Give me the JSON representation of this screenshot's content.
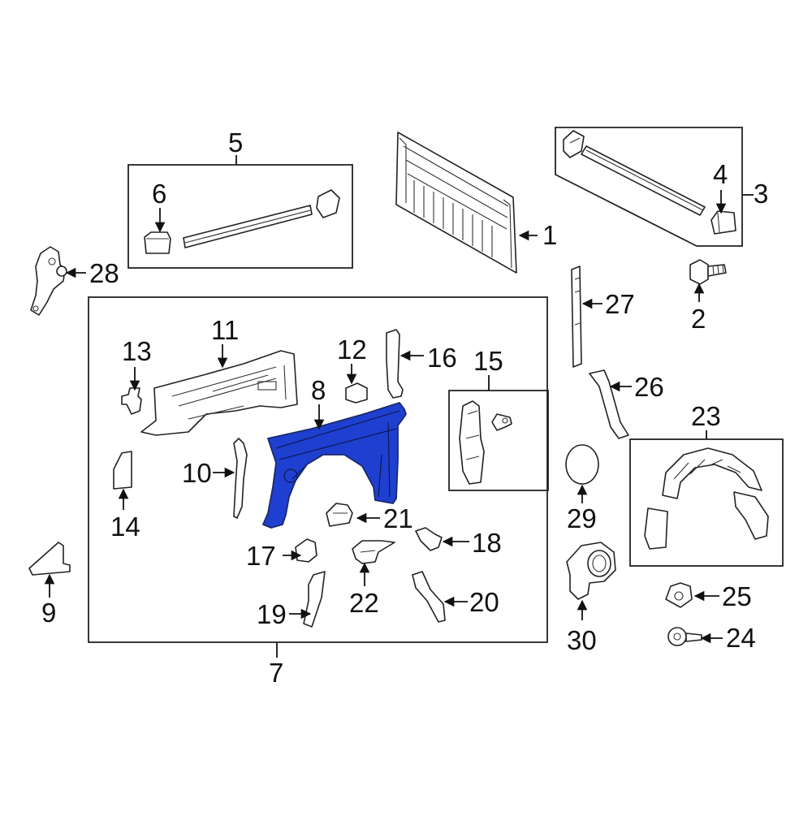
{
  "diagram": {
    "highlight_color": "#1f3fd1",
    "highlighted_part": "8",
    "labels": {
      "p1": "1",
      "p2": "2",
      "p3": "3",
      "p4": "4",
      "p5": "5",
      "p6": "6",
      "p7": "7",
      "p8": "8",
      "p9": "9",
      "p10": "10",
      "p11": "11",
      "p12": "12",
      "p13": "13",
      "p14": "14",
      "p15": "15",
      "p16": "16",
      "p17": "17",
      "p18": "18",
      "p19": "19",
      "p20": "20",
      "p21": "21",
      "p22": "22",
      "p23": "23",
      "p24": "24",
      "p25": "25",
      "p26": "26",
      "p27": "27",
      "p28": "28",
      "p29": "29",
      "p30": "30"
    }
  }
}
